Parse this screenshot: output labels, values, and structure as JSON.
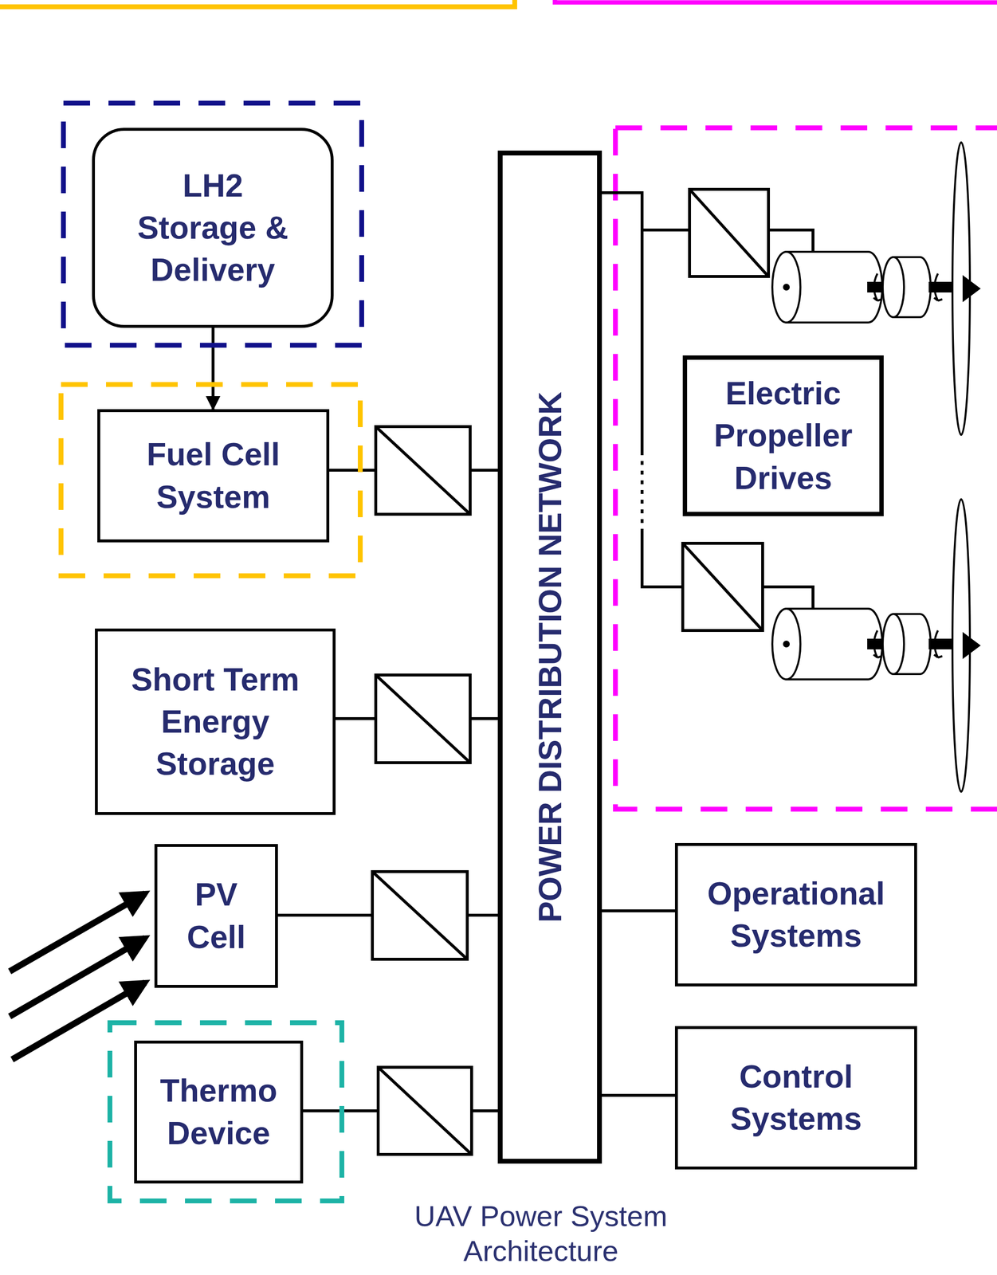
{
  "diagram": {
    "caption": "UAV Power System Architecture",
    "nodes": [
      {
        "text": [
          "LH2 Storage & Delivery"
        ]
      },
      {
        "text": [
          "Fuel Cell System"
        ]
      },
      {
        "text": [
          "POWER DISTRIBUTION NETWORK"
        ]
      },
      {
        "text": [
          "Electric Propeller Drives"
        ]
      },
      {
        "text": [
          "Short Term Energy Storage"
        ]
      },
      {
        "text": [
          "PV Cell"
        ]
      },
      {
        "text": [
          "Thermo Device"
        ]
      },
      {
        "text": [
          "Operational Systems"
        ]
      },
      {
        "text": [
          "Control Systems"
        ]
      }
    ],
    "edges": [
      {
        "from": 0,
        "to": 1,
        "arrow": "to"
      },
      {
        "from": 1,
        "to": 2,
        "arrow": "none"
      },
      {
        "from": 4,
        "to": 2,
        "arrow": "none"
      },
      {
        "from": 5,
        "to": 2,
        "arrow": "none"
      },
      {
        "from": 6,
        "to": 2,
        "arrow": "none"
      },
      {
        "from": 2,
        "to": 7,
        "arrow": "none"
      },
      {
        "from": 2,
        "to": 8,
        "arrow": "none"
      }
    ]
  }
}
